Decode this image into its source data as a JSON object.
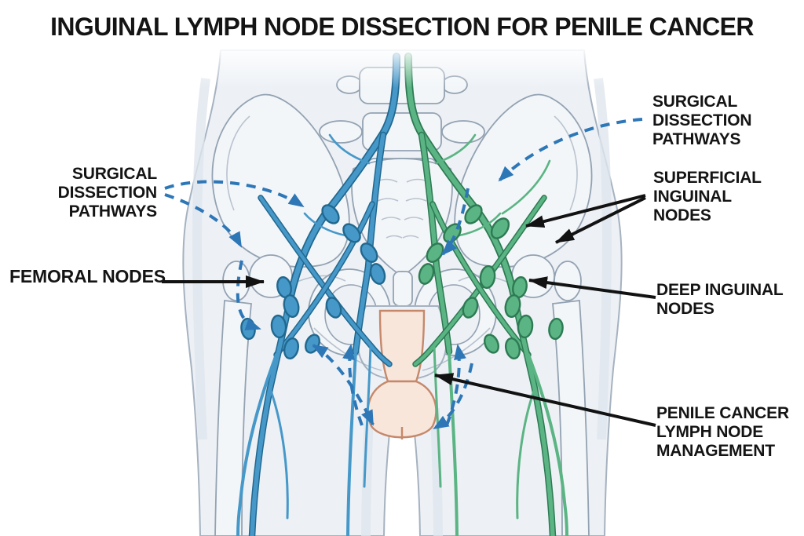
{
  "title": "INGUINAL LYMPH NODE DISSECTION FOR PENILE CANCER",
  "labels": {
    "surgical_pathways_left": "SURGICAL\nDISSECTION\nPATHWAYS",
    "femoral_nodes": "FEMORAL NODES",
    "surgical_pathways_right": "SURGICAL\nDISSECTION\nPATHWAYS",
    "superficial_inguinal_nodes": "SUPERFICIAL\nINGUINAL\nNODES",
    "deep_inguinal_nodes": "DEEP INGUINAL\nNODES",
    "penile_cancer_management": "PENILE CANCER\nLYMPH NODE\nMANAGEMENT"
  },
  "callouts": [
    {
      "label": "SURGICAL DISSECTION PATHWAYS",
      "side": "left",
      "arrow_style": "dashed-blue",
      "points_to": "blue dissection routes across left groin"
    },
    {
      "label": "FEMORAL NODES",
      "side": "left",
      "arrow_style": "solid-black",
      "points_to": "blue femoral node cluster"
    },
    {
      "label": "SURGICAL DISSECTION PATHWAYS",
      "side": "right",
      "arrow_style": "dashed-blue",
      "points_to": "dissection route across right pelvis"
    },
    {
      "label": "SUPERFICIAL INGUINAL NODES",
      "side": "right",
      "arrow_style": "solid-black",
      "points_to": "green superficial inguinal node chain"
    },
    {
      "label": "DEEP INGUINAL NODES",
      "side": "right",
      "arrow_style": "solid-black",
      "points_to": "green deep inguinal node"
    },
    {
      "label": "PENILE CANCER LYMPH NODE MANAGEMENT",
      "side": "right",
      "arrow_style": "solid-black",
      "points_to": "penis"
    }
  ],
  "figure": {
    "type": "medical illustration, anterior pelvis view",
    "left_chain": "blue lymphatic vessels and nodes",
    "right_chain": "green lymphatic vessels and nodes",
    "dashed_arrows": "blue dashed surgical dissection pathway arrows"
  },
  "colors": {
    "background": "#ffffff",
    "text": "#141414",
    "body_fill": "#edf1f6",
    "body_outline": "#a6b2c0",
    "bone_fill": "#f3f6f9",
    "bone_outline": "#93a2b2",
    "left_lymph_chain": "#4698c9",
    "left_lymph_outline": "#21688f",
    "right_lymph_chain": "#5bb483",
    "right_lymph_outline": "#2d7a53",
    "dissection_pathway_arrows": "#2e77b7",
    "annotation_arrows": "#121212",
    "penis_fill": "#f8e6da",
    "penis_outline": "#c5886b"
  }
}
